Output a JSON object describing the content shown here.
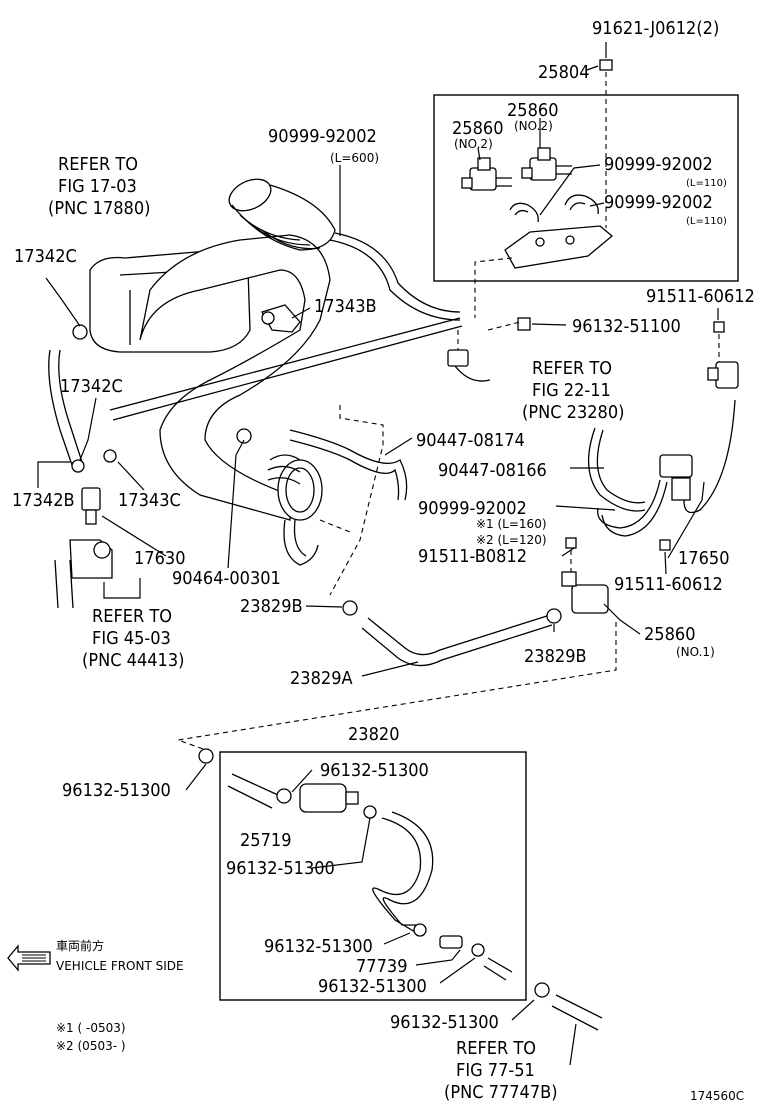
{
  "part_labels": {
    "p91621": "91621-J0612(2)",
    "p25804": "25804",
    "p25860_top": "25860",
    "p25860_no2a": "25860",
    "no2a": "(NO.2)",
    "no2b": "(NO.2)",
    "p90999_l600": "90999-92002",
    "l600": "(L=600)",
    "p90999_a": "90999-92002",
    "l110a": "(L=110)",
    "p90999_b": "90999-92002",
    "l110b": "(L=110)",
    "p17342c_a": "17342C",
    "p17343b": "17343B",
    "p91511_60612_top": "91511-60612",
    "p96132_51100": "96132-51100",
    "p17342c_b": "17342C",
    "p90447_08174": "90447-08174",
    "p90447_08166": "90447-08166",
    "p17342b": "17342B",
    "p17343c": "17343C",
    "p90999_c": "90999-92002",
    "n1": "※1 (L=160)",
    "n2": "※2 (L=120)",
    "p17630": "17630",
    "p91511_b0812": "91511-B0812",
    "p17650": "17650",
    "p90464": "90464-00301",
    "p91511_60612_bot": "91511-60612",
    "p23829b_a": "23829B",
    "p25860_no1": "25860",
    "no1": "(NO.1)",
    "p23829b_b": "23829B",
    "p23829a": "23829A",
    "p23820": "23820",
    "p96132_a": "96132-51300",
    "p96132_b": "96132-51300",
    "p25719": "25719",
    "p96132_c": "96132-51300",
    "p96132_d": "96132-51300",
    "p77739": "77739",
    "p96132_e": "96132-51300",
    "p96132_f": "96132-51300"
  },
  "refer_notes": {
    "fig17": [
      "REFER TO",
      "FIG 17-03",
      "(PNC 17880)"
    ],
    "fig22": [
      "REFER TO",
      "FIG 22-11",
      "(PNC 23280)"
    ],
    "fig45": [
      "REFER TO",
      "FIG 45-03",
      "(PNC 44413)"
    ],
    "fig77": [
      "REFER TO",
      "FIG 77-51",
      "(PNC 77747B)"
    ]
  },
  "front_side": {
    "jp": "車両前方",
    "en": "VEHICLE FRONT SIDE"
  },
  "footnotes": {
    "f1": "※1 (      -0503)",
    "f2": "※2 (0503-      )"
  },
  "diagram_id": "174560C"
}
